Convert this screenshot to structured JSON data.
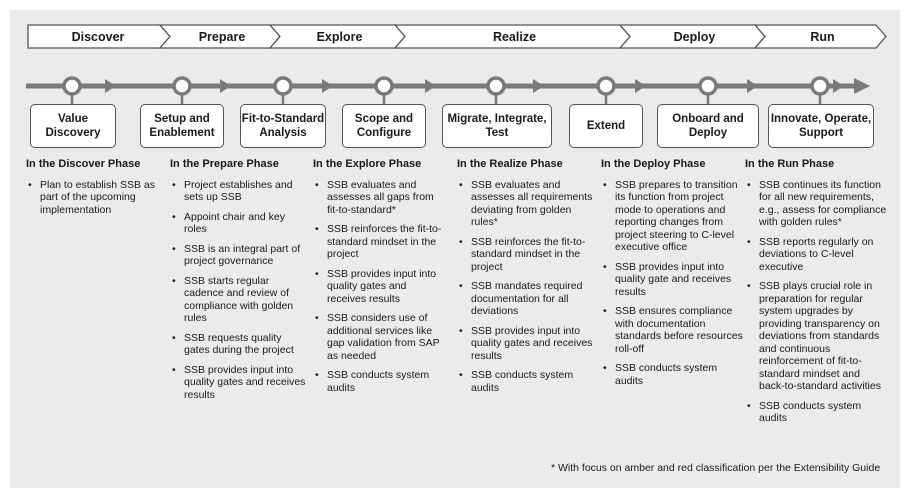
{
  "phase_bar": [
    {
      "label": "Discover"
    },
    {
      "label": "Prepare"
    },
    {
      "label": "Explore"
    },
    {
      "label": "Realize"
    },
    {
      "label": "Deploy"
    },
    {
      "label": "Run"
    }
  ],
  "steps": [
    {
      "label": "Value\nDiscovery"
    },
    {
      "label": "Setup and\nEnablement"
    },
    {
      "label": "Fit-to-Standard\nAnalysis"
    },
    {
      "label": "Scope and\nConfigure"
    },
    {
      "label": "Migrate, Integrate,\nTest"
    },
    {
      "label": "Extend"
    },
    {
      "label": "Onboard and\nDeploy"
    },
    {
      "label": "Innovate, Operate,\nSupport"
    }
  ],
  "columns": [
    {
      "title": "In the Discover Phase",
      "items": [
        "Plan to establish SSB as part of the upcoming implementation"
      ]
    },
    {
      "title": "In the Prepare Phase",
      "items": [
        "Project establishes and sets up SSB",
        "Appoint chair and key roles",
        "SSB is an integral part of project governance",
        "SSB starts regular cadence and review of compliance with golden rules",
        "SSB requests quality gates during the project",
        "SSB provides input into quality gates and receives results"
      ]
    },
    {
      "title": "In the Explore Phase",
      "items": [
        "SSB evaluates and assesses all gaps from fit-to-standard*",
        "SSB reinforces the fit-to-standard mindset in the project",
        "SSB provides input into quality gates and receives results",
        "SSB considers use of additional services like gap validation from SAP as needed",
        "SSB conducts system audits"
      ]
    },
    {
      "title": "In the Realize Phase",
      "items": [
        "SSB evaluates and assesses all requirements deviating from golden rules*",
        "SSB reinforces the fit-to-standard mindset in the project",
        "SSB mandates required documentation for all deviations",
        "SSB provides input into quality gates and receives results",
        "SSB conducts system audits"
      ]
    },
    {
      "title": "In the Deploy Phase",
      "items": [
        "SSB prepares to transition its function from project mode to operations and reporting changes from project steering to C-level executive office",
        "SSB provides input into quality gate and receives results",
        "SSB ensures compliance with documentation standards before resources roll-off",
        "SSB conducts system audits"
      ]
    },
    {
      "title": "In the Run Phase",
      "items": [
        "SSB continues its function for all new requirements, e.g., assess for compliance with golden rules*",
        "SSB reports regularly on deviations to C-level executive",
        "SSB plays crucial role in preparation for regular system upgrades by providing transparency on deviations from standards and continuous reinforcement of fit-to-standard mindset and back-to-standard activities",
        "SSB conducts system audits"
      ]
    }
  ],
  "footnote": "* With focus on amber and red classification per the Extensibility Guide",
  "colors": {
    "panel": "#ebebeb",
    "timeline": "#7a7a7a",
    "border": "#555555",
    "text": "#1a1a1a"
  }
}
